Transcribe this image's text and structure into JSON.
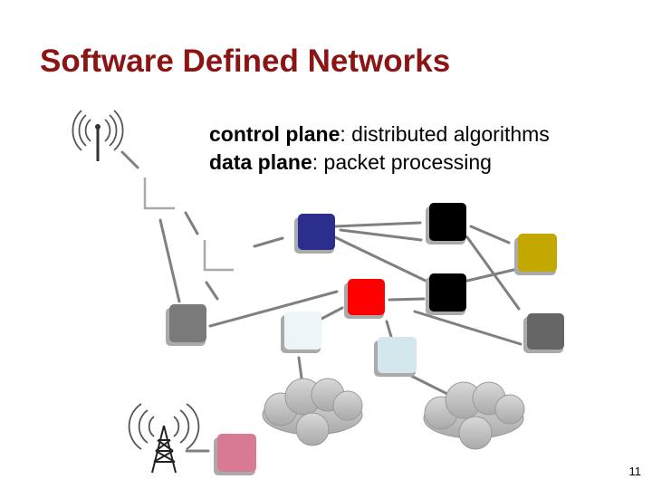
{
  "slide": {
    "title": "Software Defined Networks",
    "bullets": [
      {
        "term": "control plane",
        "text": ": distributed algorithms"
      },
      {
        "term": "data plane",
        "text": ": packet processing"
      }
    ],
    "page_number": "11"
  },
  "devices": {
    "blue": "#2b2e8c",
    "black": "#000000",
    "olive": "#c2a800",
    "red": "#ff0000",
    "gray": "#7a7a7a",
    "dark_gray": "#666666",
    "ice": "#eef5f8",
    "pale_blue": "#d4e7ec",
    "pink": "#d87a93",
    "cloud": "#bfbfbf",
    "link": "#808080"
  }
}
